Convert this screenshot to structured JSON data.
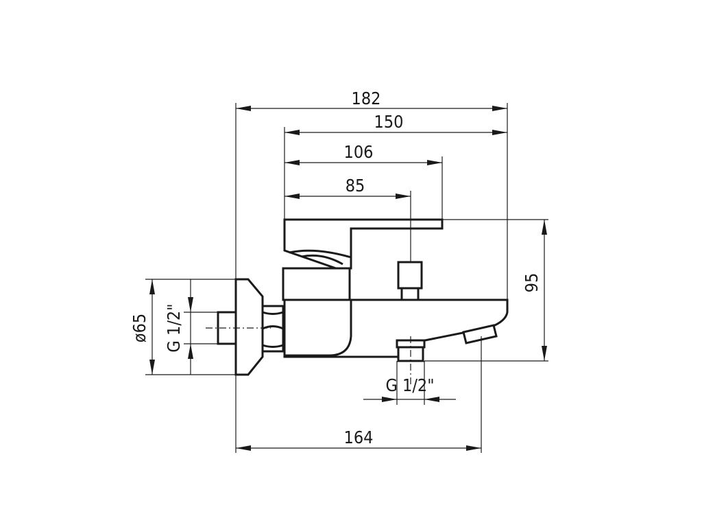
{
  "dimensions": {
    "overall_width": "182",
    "width_to_spout": "150",
    "width_to_lever": "106",
    "width_to_diverter": "85",
    "height": "95",
    "flange_diameter": "ø65",
    "wall_connection": "G 1/2\"",
    "outlet_connection": "G 1/2\"",
    "width_to_outlet": "164"
  }
}
